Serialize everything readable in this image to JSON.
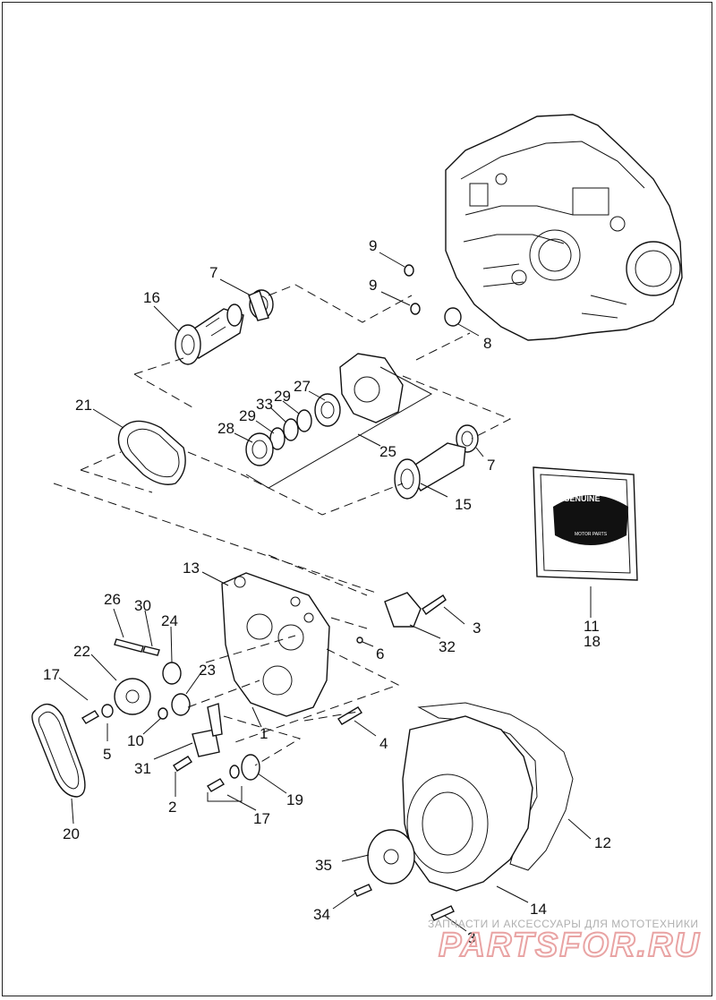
{
  "labels": {
    "l7a": "7",
    "l16": "16",
    "l9a": "9",
    "l9b": "9",
    "l8": "8",
    "l21": "21",
    "l27": "27",
    "l29a": "29",
    "l33": "33",
    "l29b": "29",
    "l28": "28",
    "l25": "25",
    "l7b": "7",
    "l15": "15",
    "l13": "13",
    "l26": "26",
    "l30": "30",
    "l24": "24",
    "l22": "22",
    "l17a": "17",
    "l23": "23",
    "l3a": "3",
    "l32": "32",
    "l6": "6",
    "l10": "10",
    "l5": "5",
    "l1": "1",
    "l4": "4",
    "l31": "31",
    "l2": "2",
    "l19": "19",
    "l17b": "17",
    "l20": "20",
    "l11": "11",
    "l18": "18",
    "l12": "12",
    "l35": "35",
    "l14": "14",
    "l34": "34",
    "l3b": "3"
  },
  "logo": {
    "top": "GENUINE",
    "middle": "MOTOR PARTS"
  },
  "watermark": {
    "caption": "ЗАПЧАСТИ И АКСЕССУАРЫ ДЛЯ МОТОТЕХНИКИ",
    "brand": "PARTSFOR.RU"
  }
}
